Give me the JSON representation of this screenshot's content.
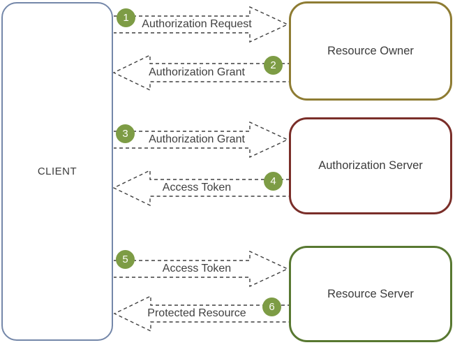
{
  "client": {
    "label": "CLIENT",
    "border_color": "#7487a9"
  },
  "entities": [
    {
      "id": "resource-owner",
      "label": "Resource Owner",
      "border_color": "#8e7c33"
    },
    {
      "id": "authorization-server",
      "label": "Authorization Server",
      "border_color": "#7a2e29"
    },
    {
      "id": "resource-server",
      "label": "Resource Server",
      "border_color": "#587831"
    }
  ],
  "steps": [
    {
      "number": "1",
      "label": "Authorization Request",
      "direction": "right",
      "from": "CLIENT",
      "to": "Resource Owner"
    },
    {
      "number": "2",
      "label": "Authorization Grant",
      "direction": "left",
      "from": "Resource Owner",
      "to": "CLIENT"
    },
    {
      "number": "3",
      "label": "Authorization Grant",
      "direction": "right",
      "from": "CLIENT",
      "to": "Authorization Server"
    },
    {
      "number": "4",
      "label": "Access Token",
      "direction": "left",
      "from": "Authorization Server",
      "to": "CLIENT"
    },
    {
      "number": "5",
      "label": "Access Token",
      "direction": "right",
      "from": "CLIENT",
      "to": "Resource Server"
    },
    {
      "number": "6",
      "label": "Protected Resource",
      "direction": "left",
      "from": "Resource Server",
      "to": "CLIENT"
    }
  ],
  "colors": {
    "step_badge": "#7d9c45",
    "arrow_stroke": "#3f3f3f",
    "text": "#3b3b3b",
    "background": "#ffffff"
  }
}
